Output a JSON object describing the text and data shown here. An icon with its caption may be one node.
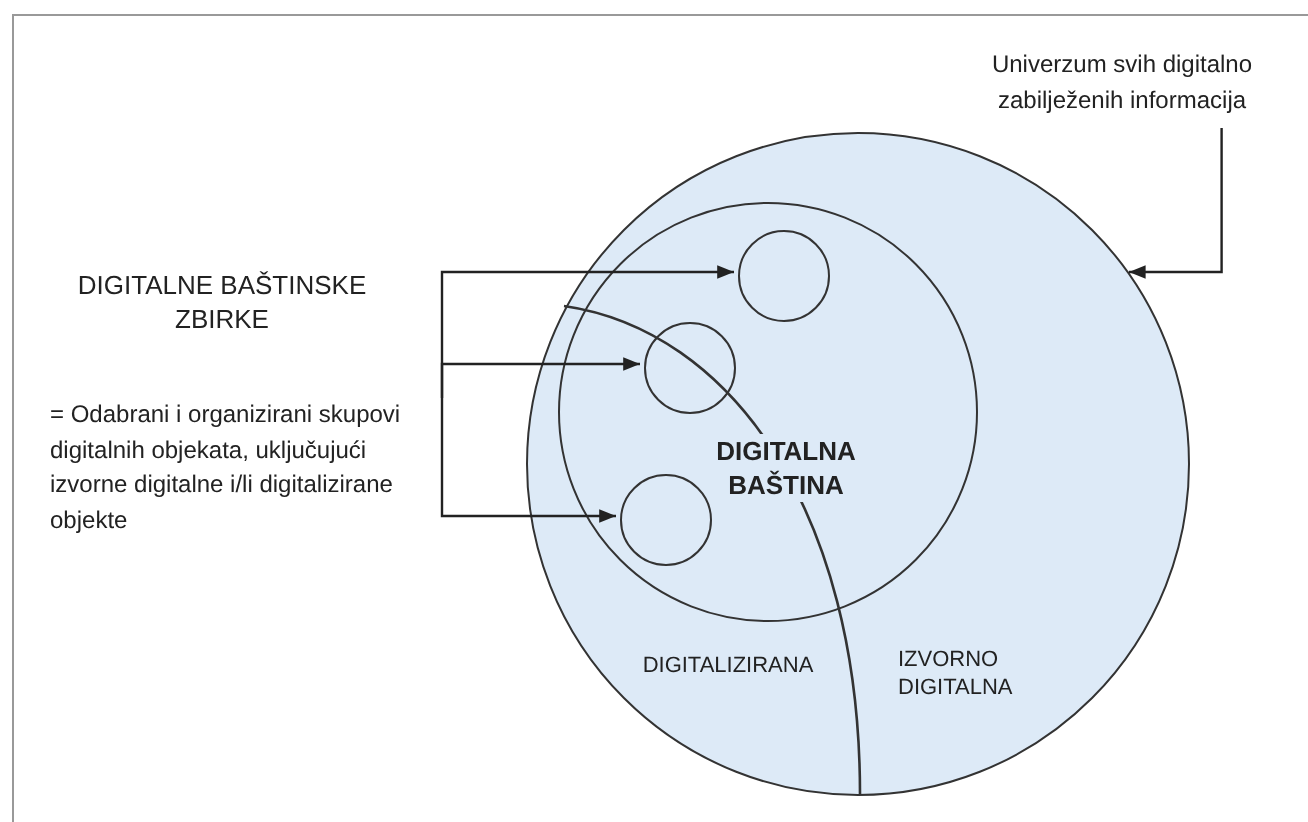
{
  "diagram": {
    "nodes": [
      {
        "text": [
          "DIGITALNE BAŠTINSKE ZBIRKE",
          "= Odabrani i organizirani skupovi digitalnih objekata, uključujući izvorne digitalne i/li digitalizirane objekte"
        ]
      },
      {
        "text": [
          "Univerzum svih digitalno zabilježenih informacija"
        ]
      },
      {
        "text": [],
        "shape": "circle"
      },
      {
        "text": [
          "DIGITALNA BAŠTINA"
        ],
        "in": 2
      },
      {
        "text": [],
        "shape": "circle",
        "in": 3
      },
      {
        "text": [],
        "shape": "circle",
        "in": 3
      },
      {
        "text": [],
        "shape": "circle",
        "in": 3
      }
    ],
    "edges": [
      {
        "from": 0,
        "to": 4,
        "arrow": "to"
      },
      {
        "from": 0,
        "to": 5,
        "arrow": "to"
      },
      {
        "from": 0,
        "to": 6,
        "arrow": "to"
      },
      {
        "from": 1,
        "to": 2,
        "arrow": "to"
      }
    ],
    "labels": [
      "DIGITALIZIRANA",
      "IZVORNO DIGITALNA"
    ]
  }
}
